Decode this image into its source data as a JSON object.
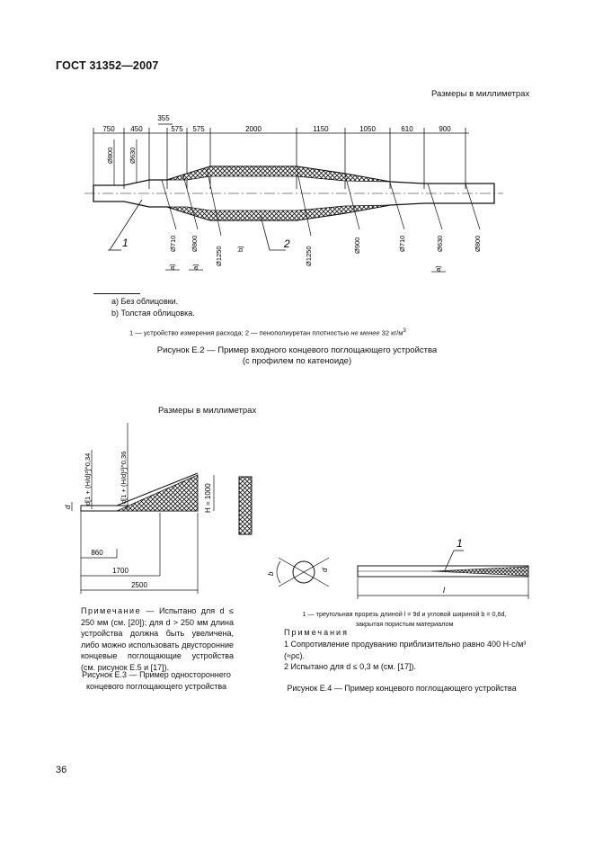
{
  "header": "ГОСТ 31352—2007",
  "page_number": "36",
  "fig_e2": {
    "dims_note": "Размеры в миллиметрах",
    "top_dims": [
      "750",
      "450",
      "355",
      "575",
      "575",
      "2000",
      "1150",
      "1050",
      "610",
      "900"
    ],
    "diam_left": [
      "Ø800",
      "Ø630"
    ],
    "diam_bottom": [
      "Ø710",
      "Ø800",
      "Ø1250",
      "Ø1250",
      "Ø900",
      "Ø710",
      "Ø630",
      "Ø800"
    ],
    "marks": [
      "a)",
      "a)",
      "b)",
      "a)"
    ],
    "labels": [
      "1",
      "2"
    ],
    "footnotes": [
      "a) Без облицовки.",
      "b) Толстая облицовка."
    ],
    "legend_pre": "1 — устройство измерения расхода; 2 — пенополиуретан плотностью ",
    "legend_em": "не менее",
    "legend_post": " 32 кг/м",
    "legend_sup": "3",
    "caption_1": "Рисунок Е.2 — Пример входного концевого поглощающего устройства",
    "caption_2": "(с профилем по катеноиде)"
  },
  "fig_e3": {
    "dims_note": "Размеры в миллиметрах",
    "dims": [
      "860",
      "1700",
      "2500"
    ],
    "height_label": "H = 1000",
    "d_label": "d",
    "formula_1": "d[1 + (H/d)²]^0,34",
    "formula_2": "d[1 + (H/d)²]^0,36",
    "note_spaced": "Примечание",
    "note_text": " — Испытано для d ≤ 250 мм (см. [20]); для d > 250 мм длина устройства должна быть увеличена, либо можно использовать двусторонние концевые поглощающие устройства (см. рисунок Е.5 и [17]).",
    "caption_1": "Рисунок Е.3 — Пример одностороннего",
    "caption_2": "концевого поглощающего устройства"
  },
  "fig_e4": {
    "label_1": "1",
    "l_label": "l",
    "d_label": "d",
    "b_label": "b",
    "legend_line1": "1 — треугольная прорезь длиной l = 9d и угловой шириной b = 0,6d,",
    "legend_line2": "закрытая пористым материалом",
    "notes_title": "Примечания",
    "note_1": "1 Сопротивление продуванию приблизительно равно 400 Н·с/м³ (≈ρc).",
    "note_2": "2 Испытано для d ≤ 0,3 м (см. [17]).",
    "caption": "Рисунок Е.4 — Пример концевого поглощающего устройства"
  }
}
